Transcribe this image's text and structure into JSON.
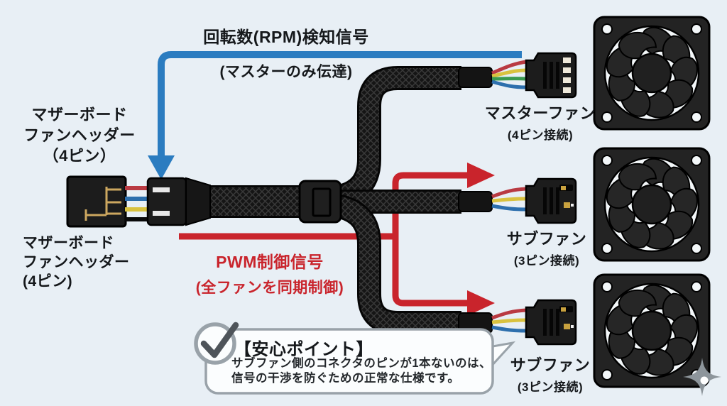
{
  "colors": {
    "background": "#e8eff5",
    "rpm_blue": "#2b7cc0",
    "pwm_red": "#c9242c",
    "cable_black": "#151515",
    "wire_red": "#b93a42",
    "wire_yellow": "#d9c23f",
    "wire_green": "#3a9a50",
    "wire_blue": "#2d6fad",
    "bubble_border": "#99a2a9"
  },
  "rpm_signal": {
    "title": "回転数(RPM)検知信号",
    "subtitle": "(マスターのみ伝達)"
  },
  "pwm_signal": {
    "title": "PWM制御信号",
    "subtitle": "(全ファンを同期制御)"
  },
  "motherboard_header_label_top": {
    "line1": "マザーボード",
    "line2": "ファンヘッダー",
    "line3": "（4ピン）"
  },
  "motherboard_header_label_bottom": {
    "line1": "マザーボード",
    "line2": "ファンヘッダー",
    "line3": "(4ピン)"
  },
  "fans": [
    {
      "name": "マスターファン",
      "connection": "(4ピン接続)"
    },
    {
      "name": "サブファン",
      "connection": "(3ピン接続)"
    },
    {
      "name": "サブファン",
      "connection": "(3ピン接続)"
    }
  ],
  "callout": {
    "title": "【安心ポイント】",
    "line1": "サブファン側のコネクタのピンが1本ないのは、",
    "line2": "信号の干渉を防ぐための正常な仕様です。"
  },
  "icons": {
    "check_icon": "✓",
    "sparkle_icon": "✦"
  }
}
